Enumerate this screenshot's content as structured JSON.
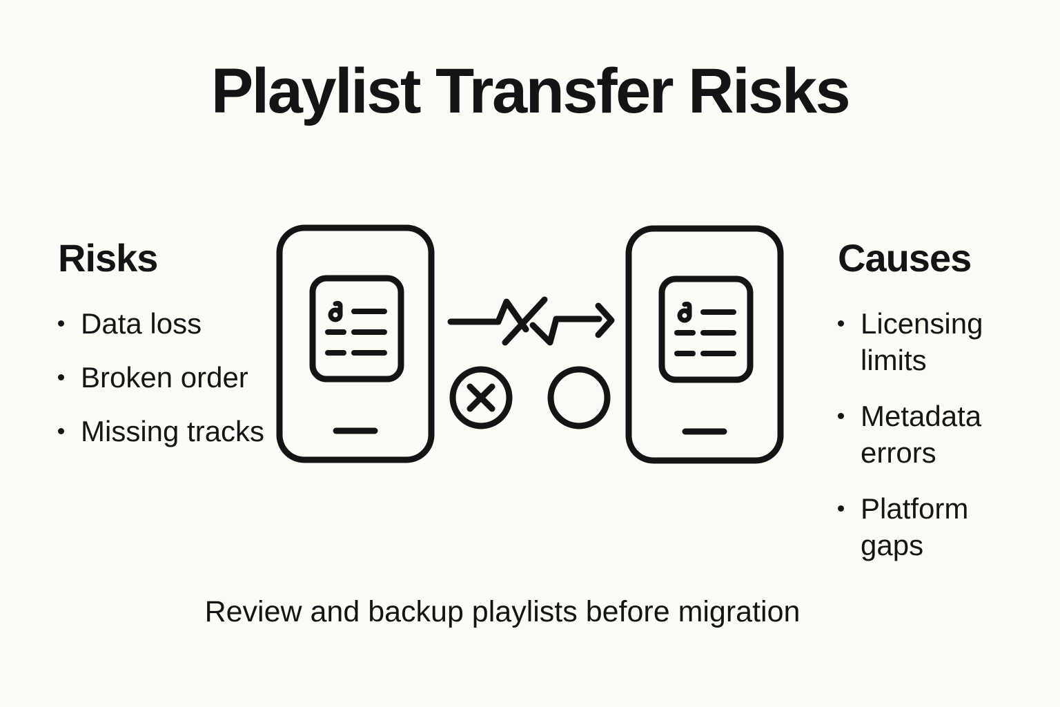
{
  "page": {
    "title": "Playlist Transfer Risks",
    "footer": "Review and backup playlists before migration",
    "background_color": "#FCFCF6",
    "text_color": "#141414"
  },
  "risks": {
    "heading": "Risks",
    "items": [
      "Data loss",
      "Broken order",
      "Missing tracks"
    ]
  },
  "causes": {
    "heading": "Causes",
    "items": [
      "Licensing limits",
      "Metadata errors",
      "Platform gaps"
    ]
  },
  "diagram": {
    "stroke_color": "#141414",
    "icons": [
      "source-phone-playlist-icon",
      "broken-transfer-arrow-icon",
      "x-circle-icon",
      "empty-circle-icon",
      "target-phone-playlist-icon"
    ]
  }
}
